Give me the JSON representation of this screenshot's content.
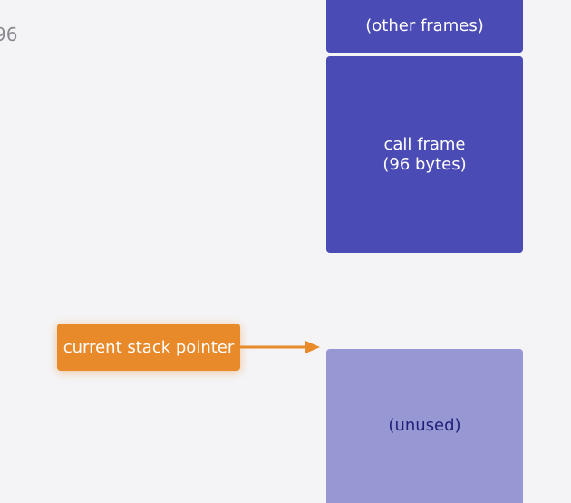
{
  "diagram": {
    "edge_label": "96",
    "blocks": [
      {
        "id": "other",
        "label": "(other frames)",
        "fill": "#4b4bb5",
        "text_color": "#ffffff"
      },
      {
        "id": "frame",
        "label": "call frame\n(96 bytes)",
        "fill": "#4b4bb5",
        "text_color": "#ffffff"
      },
      {
        "id": "unused",
        "label": "(unused)",
        "fill": "#9797d3",
        "text_color": "#20207a"
      }
    ],
    "pointer": {
      "label": "current stack pointer",
      "fill": "#e8892a"
    }
  }
}
